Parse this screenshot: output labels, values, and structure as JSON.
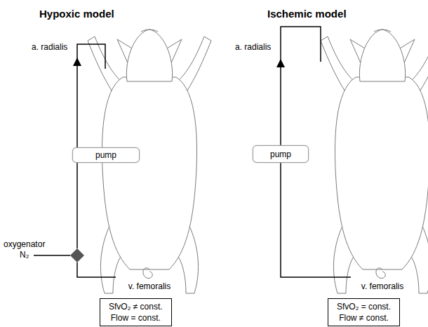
{
  "diagram": {
    "nodes": [
      {
        "text": [
          "pump"
        ]
      },
      {
        "text": [
          "oxygenator"
        ]
      },
      {
        "text": [
          "SfvO₂ ≠ const.",
          "Flow = const."
        ]
      },
      {
        "text": [
          "pump"
        ]
      },
      {
        "text": [
          "SfvO₂ = const.",
          "Flow ≠ const."
        ]
      }
    ],
    "edges": [
      {
        "from": 1,
        "to": 0,
        "arrow": "none"
      }
    ],
    "labels": [
      "Hypoxic model",
      "a. radialis",
      "N₂",
      "v. femoralis",
      "Ischemic model",
      "a. radialis",
      "v. femoralis"
    ]
  }
}
